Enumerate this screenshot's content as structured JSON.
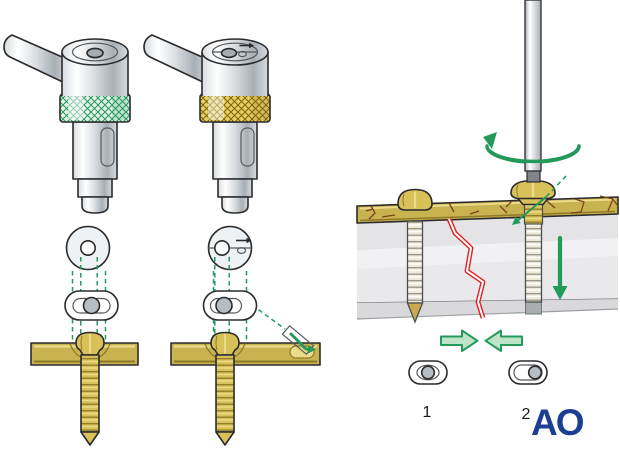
{
  "figure": {
    "labels": {
      "screw_position_1": "1",
      "screw_position_2": "2"
    },
    "logo": {
      "text": "AO"
    }
  },
  "colors": {
    "outline": "#2b2b2e",
    "green": "#23995a",
    "greenLight": "#bde4c8",
    "knurlGreenBg": "#e5f3ea",
    "knurlGoldBg": "#e7cf5e",
    "knurlGoldLine": "#7d6414",
    "gold": "#c9b250",
    "goldDark": "#8f7a28",
    "goldLight": "#ecdc8a",
    "screwGold": "#d7c158",
    "ivory": "#efead8",
    "metal": "#d8dcdf",
    "metalDark": "#a8afb5",
    "bone": "#e9e9eb",
    "boneDark": "#d9d9dc",
    "slotGray": "#b6bdc3",
    "fractureRed": "#e31e24",
    "crackBrown": "#7a4418",
    "aoBlue": "#1c3f94"
  }
}
